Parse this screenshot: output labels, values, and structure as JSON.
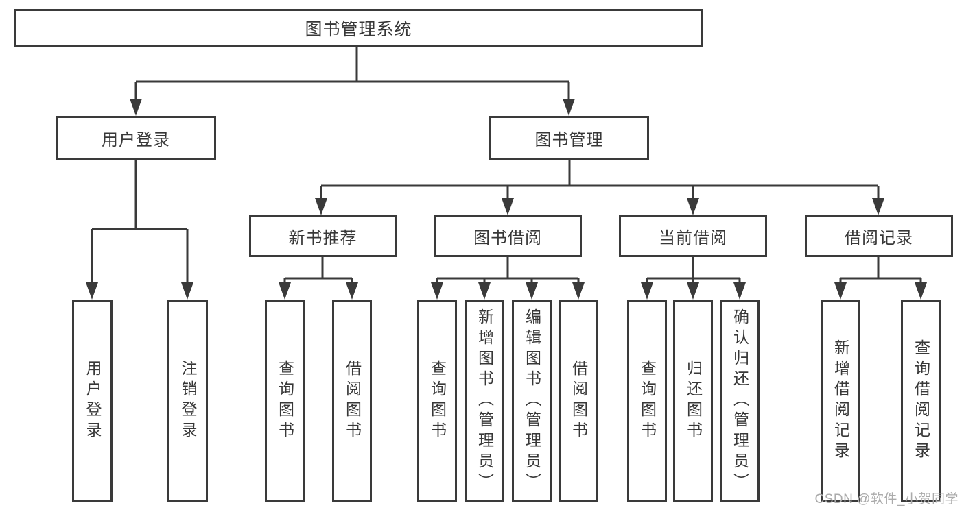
{
  "root": {
    "label": "图书管理系统"
  },
  "user_login": {
    "label": "用户登录",
    "children": [
      {
        "label": "用户登录"
      },
      {
        "label": "注销登录"
      }
    ]
  },
  "book_management": {
    "label": "图书管理",
    "sections": [
      {
        "label": "新书推荐",
        "children": [
          {
            "label": "查询图书"
          },
          {
            "label": "借阅图书"
          }
        ]
      },
      {
        "label": "图书借阅",
        "children": [
          {
            "label": "查询图书"
          },
          {
            "label": "新增图书（管理员）"
          },
          {
            "label": "编辑图书（管理员）"
          },
          {
            "label": "借阅图书"
          }
        ]
      },
      {
        "label": "当前借阅",
        "children": [
          {
            "label": "查询图书"
          },
          {
            "label": "归还图书"
          },
          {
            "label": "确认归还（管理员）"
          }
        ]
      },
      {
        "label": "借阅记录",
        "children": [
          {
            "label": "新增借阅记录"
          },
          {
            "label": "查询借阅记录"
          }
        ]
      }
    ]
  },
  "watermark": "CSDN @软件_小贺同学",
  "colors": {
    "line": "#3a3a3a",
    "text": "#383838",
    "watermark": "#ababab",
    "background": "#ffffff"
  }
}
